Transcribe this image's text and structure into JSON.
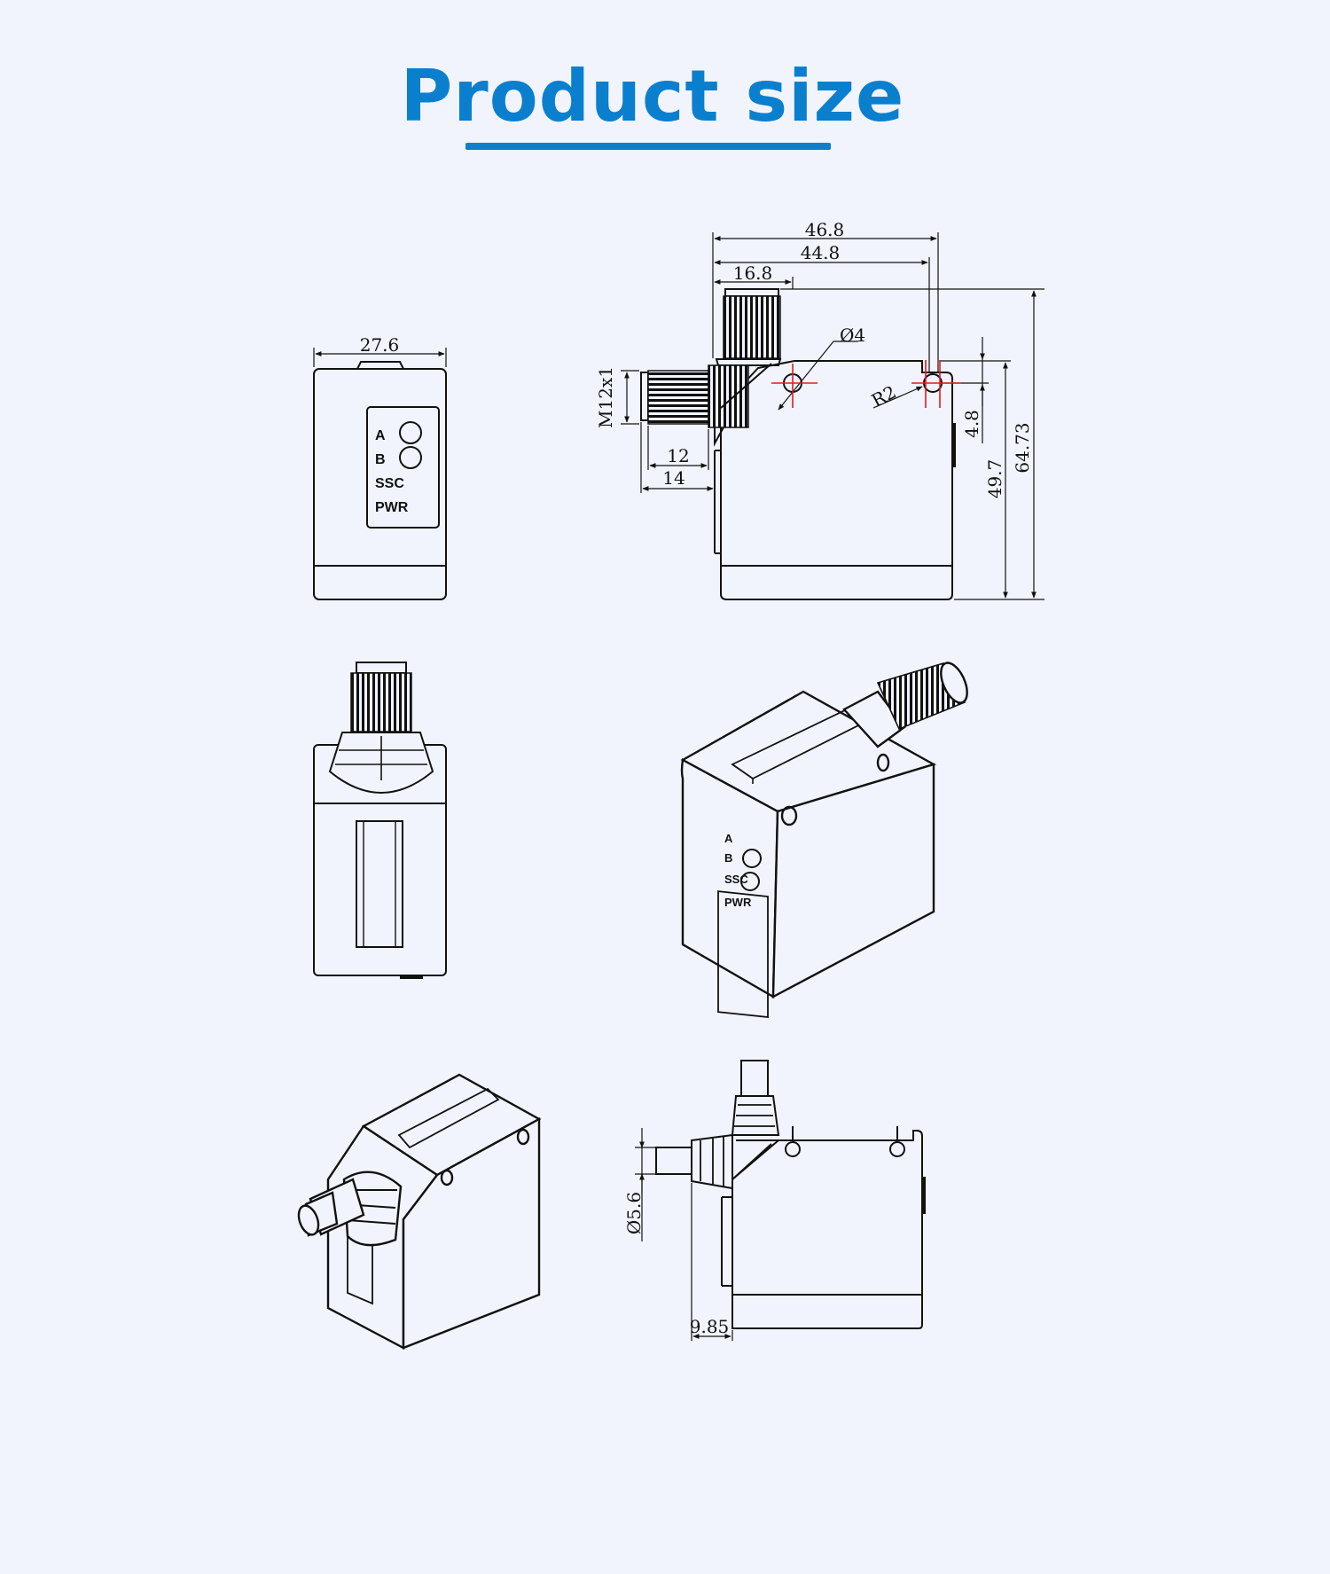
{
  "page": {
    "title": "Product size",
    "title_color": "#0a7fce",
    "background": "#f1f4fd"
  },
  "front_view": {
    "dim_width": "27.6",
    "indicators": [
      "A",
      "B",
      "SSC",
      "PWR"
    ]
  },
  "side_view": {
    "dim_total_width": "46.8",
    "dim_body_width": "44.8",
    "dim_connector_offset": "16.8",
    "dim_hole_diameter": "Ø4",
    "dim_thread": "M12x1",
    "dim_thread_length": "12",
    "dim_connector_length": "14",
    "dim_radius": "R2",
    "dim_hole_height": "4.8",
    "dim_body_height": "49.7",
    "dim_total_height": "64.73"
  },
  "iso_view_front": {
    "indicators": [
      "A",
      "B",
      "SSC",
      "PWR"
    ]
  },
  "cable_view": {
    "dim_cable_diameter": "Ø5.6",
    "dim_cable_offset": "9.85"
  },
  "colors": {
    "line": "#111111",
    "center_marks": "#e21b1b"
  }
}
